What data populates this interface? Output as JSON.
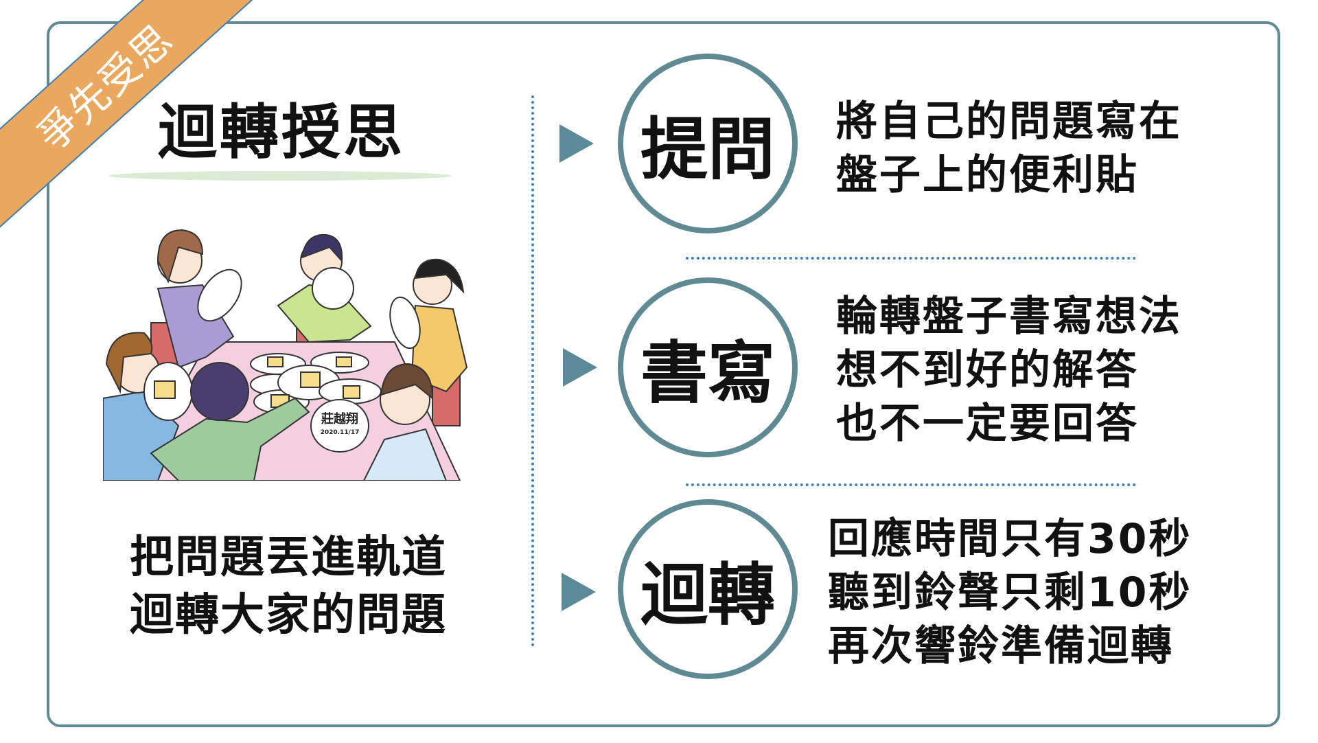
{
  "ribbon": {
    "label": "爭先受思"
  },
  "left": {
    "title": "迴轉授思",
    "caption": [
      "把問題丟進軌道",
      "迴轉大家的問題"
    ],
    "illustration": {
      "plate_name": "莊越翔",
      "plate_date": "2020.11/17"
    }
  },
  "steps": [
    {
      "label": "提問",
      "lines": [
        "將自己的問題寫在",
        "盤子上的便利貼"
      ]
    },
    {
      "label": "書寫",
      "lines": [
        "輪轉盤子書寫想法",
        "想不到好的解答",
        "也不一定要回答"
      ]
    },
    {
      "label": "迴轉",
      "lines": [
        "回應時間只有30秒",
        "聽到鈴聲只剩10秒",
        "再次響鈴準備迴轉"
      ]
    }
  ],
  "colors": {
    "border": "#5f8a94",
    "ribbon": "#e9a85e",
    "arrow": "#5b8a98",
    "dots": "#3f7fb5"
  }
}
